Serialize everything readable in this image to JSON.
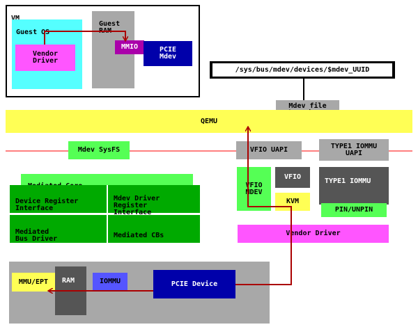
{
  "vm": {
    "label": "VM"
  },
  "guest_os": {
    "label": "Guest OS"
  },
  "vendor_driver_guest": {
    "label": "Vendor\nDriver"
  },
  "guest_ram": {
    "label": "Guest\nRAM"
  },
  "mmio": {
    "label": "MMIO"
  },
  "pcie_mdev": {
    "label": "PCIE\nMdev"
  },
  "sysfs_path": {
    "label": "/sys/bus/mdev/devices/$mdev_UUID"
  },
  "mdev_fd": {
    "label": "Mdev file\ndescriptor"
  },
  "qemu": {
    "label": "QEMU"
  },
  "mdev_sysfs": {
    "label": "Mdev SysFS"
  },
  "vfio_uapi": {
    "label": "VFIO UAPI"
  },
  "type1_iommu_uapi": {
    "label": "TYPE1 IOMMU\nUAPI"
  },
  "mediated_core": {
    "label": "Mediated Core"
  },
  "device_register_interface": {
    "label": "Device Register\nInterface"
  },
  "mdev_driver_register_interface": {
    "label": "Mdev Driver\nRegister\nInterface"
  },
  "mediated_bus_driver": {
    "label": "Mediated\nBus Driver"
  },
  "mediated_cbs": {
    "label": "Mediated CBs"
  },
  "vfio_mdev": {
    "label": "VFIO\nMDEV"
  },
  "vfio": {
    "label": "VFIO"
  },
  "kvm": {
    "label": "KVM"
  },
  "type1_iommu": {
    "label": "TYPE1 IOMMU"
  },
  "pin_unpin": {
    "label": "PIN/UNPIN"
  },
  "vendor_driver_host": {
    "label": "Vendor Driver"
  },
  "mmu_ept": {
    "label": "MMU/EPT"
  },
  "ram": {
    "label": "RAM"
  },
  "iommu": {
    "label": "IOMMU"
  },
  "pcie_device": {
    "label": "PCIE Device"
  },
  "colors": {
    "cyan": "#55ffff",
    "magenta": "#ff55ff",
    "gray": "#a8a8a8",
    "dark_gray": "#555555",
    "yellow": "#ffff55",
    "green": "#55ff55",
    "dark_green": "#00aa00",
    "navy": "#0000aa",
    "purple": "#aa00aa",
    "blue": "#5555ff",
    "bus_line": "#ff5555",
    "arrow": "#aa0000"
  }
}
